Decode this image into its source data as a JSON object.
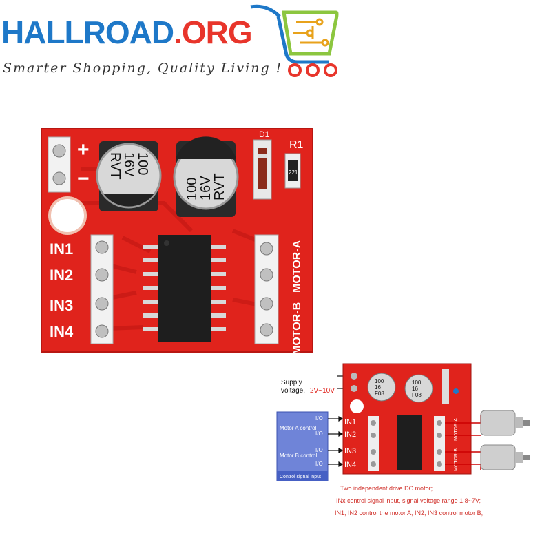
{
  "logo": {
    "name_main": "HALLROAD",
    "name_suffix": ".ORG",
    "tagline": "Smarter Shopping, Quality Living !",
    "color_blue": "#1e78c8",
    "color_red": "#e8352b",
    "color_green": "#8cc63f",
    "icon": "shopping-cart-circuit-icon"
  },
  "board": {
    "plus": "+",
    "minus": "−",
    "cap_value": "100",
    "cap_voltage": "16V",
    "cap_brand": "RVT",
    "d1": "D1",
    "r1": "R1",
    "resistor_code": "221",
    "inputs": [
      "IN1",
      "IN2",
      "IN3",
      "IN4"
    ],
    "motor_a": "MOTOR-A",
    "motor_b": "MOTOR-B",
    "pcb_color": "#e0231c"
  },
  "diagram": {
    "supply": "Supply",
    "voltage": "voltage,",
    "voltage_range": "2V~10V",
    "io": "I/O",
    "motor_a_control": "Motor A control",
    "motor_b_control": "Motor B control",
    "control_signal_input": "Control signal input",
    "small_cap_value": "100",
    "small_cap_voltage": "16",
    "small_cap_code": "F08",
    "notes": [
      "Two independent drive DC motor;",
      "INx control signal input, signal voltage range 1.8~7V;",
      "IN1, IN2 control the motor A; IN2, IN3 control motor B;"
    ]
  }
}
